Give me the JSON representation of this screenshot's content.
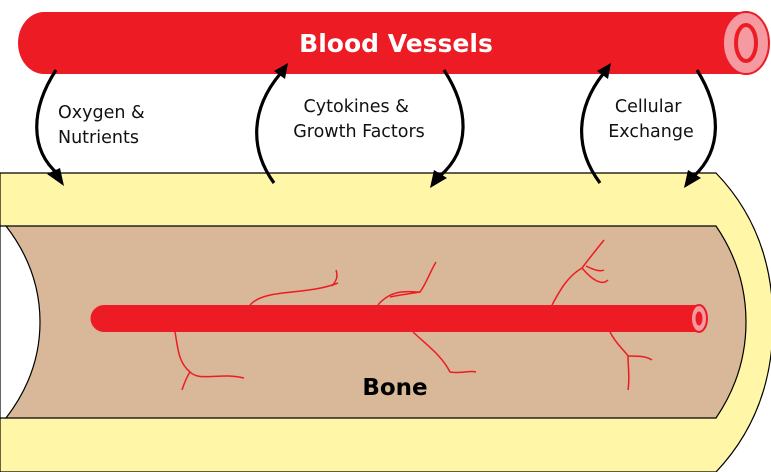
{
  "title": "Blood Vessels",
  "bone_label": "Bone",
  "exchanges": [
    {
      "label_lines": [
        "Oxygen &",
        "Nutrients"
      ]
    },
    {
      "label_lines": [
        "Cytokines &",
        "Growth Factors"
      ]
    },
    {
      "label_lines": [
        "Cellular",
        "Exchange"
      ]
    }
  ],
  "colors": {
    "vessel_red": "#ED1C24",
    "vessel_lumen_pink": "#F49AA0",
    "bone_outer_yellow": "#FFF6A8",
    "marrow_tan": "#D8B898",
    "arrow_black": "#000000"
  }
}
